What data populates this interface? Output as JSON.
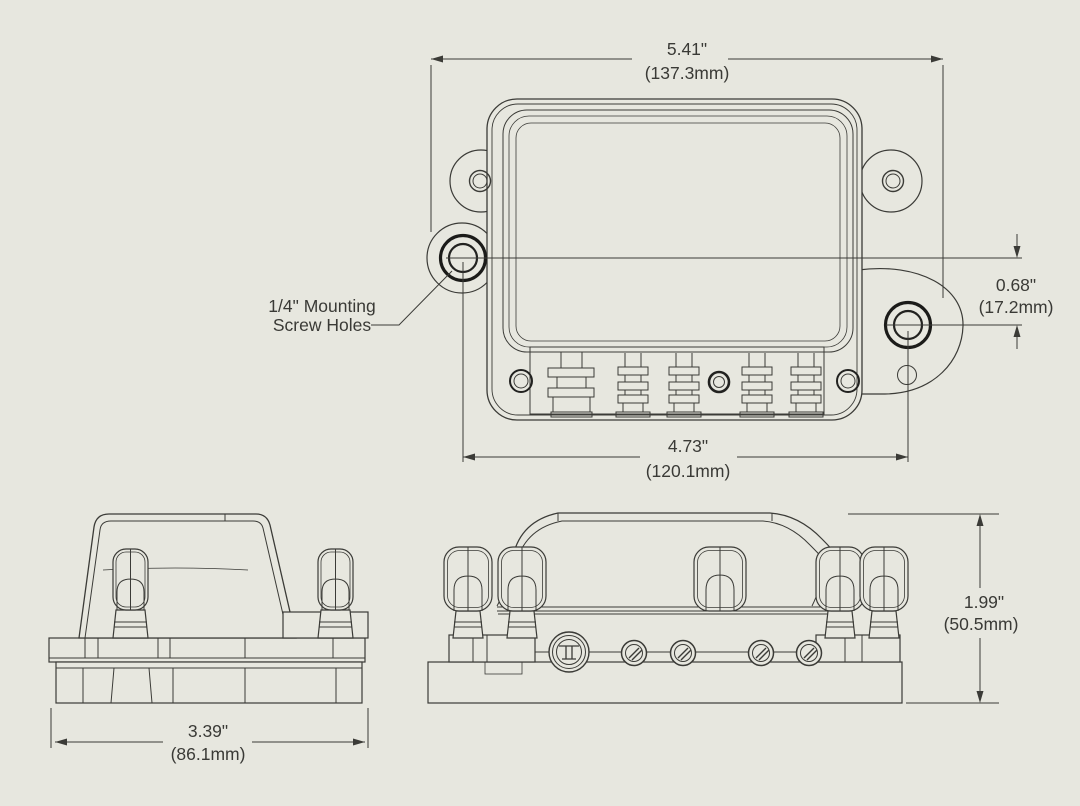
{
  "drawing": {
    "type": "engineering-dimension-drawing",
    "colors": {
      "background": "#e7e7df",
      "line": "#3b3b37",
      "bold_line": "#1b1b19",
      "text": "#3a3a36"
    }
  },
  "labels": {
    "mounting_holes_line1": "1/4\" Mounting",
    "mounting_holes_line2": "Screw Holes"
  },
  "dimensions": {
    "overall_width": {
      "inches": "5.41\"",
      "metric": "(137.3mm)"
    },
    "hole_vertical_offset": {
      "inches": "0.68\"",
      "metric": "(17.2mm)"
    },
    "hole_horizontal_spacing": {
      "inches": "4.73\"",
      "metric": "(120.1mm)"
    },
    "overall_depth": {
      "inches": "3.39\"",
      "metric": "(86.1mm)"
    },
    "overall_height": {
      "inches": "1.99\"",
      "metric": "(50.5mm)"
    }
  }
}
